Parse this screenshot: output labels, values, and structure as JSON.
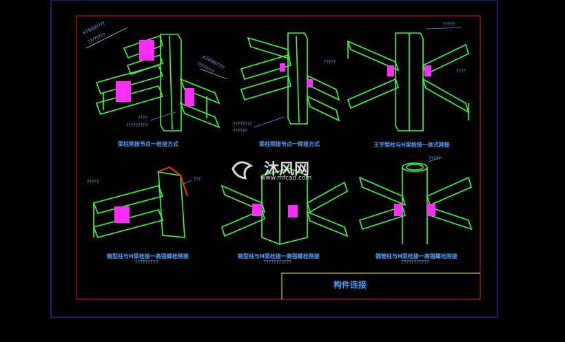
{
  "drawing": {
    "title_block_text": "构件连接",
    "colors": {
      "frame_blue": "#2a2ad8",
      "frame_red": "#c01818",
      "member_green": "#3cff3c",
      "bolt_magenta": "#ff2bff",
      "text_blue": "#4aa3ff",
      "weld_yellow": "#ffe23c"
    }
  },
  "details": [
    {
      "caption": "梁柱刚接节点一栓接方式",
      "sub": "",
      "notes": [
        "≤1600????",
        "????????",
        "≤1600????",
        "????????",
        "????",
        "?????????"
      ]
    },
    {
      "caption": "梁柱刚接节点一焊接方式",
      "sub": "",
      "notes": [
        "?????",
        "????????",
        "??????"
      ]
    },
    {
      "caption": "王字型柱与H梁栓接一体式刚接",
      "sub": "",
      "notes": [
        "?????",
        "????"
      ]
    },
    {
      "caption": "箱型柱与H梁栓接一高强螺栓刚接",
      "sub": "?????????",
      "notes": [
        "?????",
        "???"
      ]
    },
    {
      "caption": "箱型柱与H梁栓接一高强螺栓刚接",
      "sub": "???????????",
      "notes": []
    },
    {
      "caption": "钢管柱与H梁栓接一高强螺栓刚接",
      "sub": "???????????",
      "notes": [
        "?????"
      ]
    }
  ],
  "watermark": {
    "brand": "沐风网",
    "url": "www.mfcad.com"
  }
}
